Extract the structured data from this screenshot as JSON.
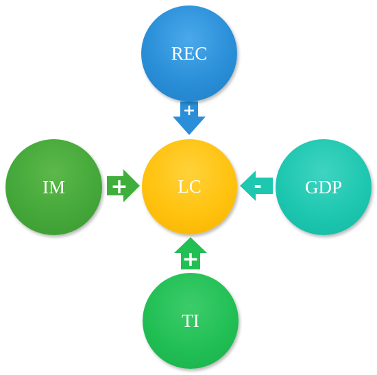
{
  "nodes": {
    "rec": "REC",
    "lc": "LC",
    "im": "IM",
    "gdp": "GDP",
    "ti": "TI"
  },
  "links": {
    "rec_to_lc": "+",
    "im_to_lc": "+",
    "gdp_to_lc": "-",
    "ti_to_lc": "+"
  },
  "colors": {
    "rec": "#2a8fd8",
    "lc": "#ffc20e",
    "im": "#45a83a",
    "gdp": "#1ec7b0",
    "ti": "#22bf55",
    "arrow_rec": "#2a8fd8",
    "arrow_im": "#3fae3c",
    "arrow_gdp": "#1ec7b0",
    "arrow_ti": "#22bf55"
  }
}
